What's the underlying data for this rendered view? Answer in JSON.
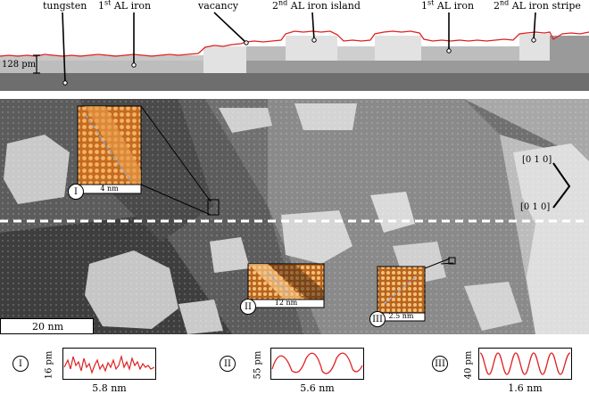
{
  "profile": {
    "labels": {
      "tungsten": "tungsten",
      "al1_left_prefix": "1",
      "al1_left_sup": "st",
      "al1_left_rest": " AL iron",
      "vacancy": "vacancy",
      "al2_island_prefix": "2",
      "al2_island_sup": "nd",
      "al2_island_rest": " AL iron island",
      "al1_right_prefix": "1",
      "al1_right_sup": "st",
      "al1_right_rest": " AL iron",
      "al2_stripe_prefix": "2",
      "al2_stripe_sup": "nd",
      "al2_stripe_rest": " AL iron stripe"
    },
    "height_marker": "128 pm"
  },
  "stm": {
    "scalebar": "20 nm",
    "directions": [
      "[0 1 0]",
      "[0 1 0]"
    ]
  },
  "insets": [
    {
      "id": "I",
      "scale": "4 nm"
    },
    {
      "id": "II",
      "scale": "12 nm"
    },
    {
      "id": "III",
      "scale": "2.5 nm"
    }
  ],
  "line_profiles": [
    {
      "id": "I",
      "ylabel": "16 pm",
      "xlabel": "5.8 nm"
    },
    {
      "id": "II",
      "ylabel": "55 pm",
      "xlabel": "5.6 nm"
    },
    {
      "id": "III",
      "ylabel": "40 pm",
      "xlabel": "1.6 nm"
    }
  ],
  "colors": {
    "profile_line": "#e02020",
    "tungsten_gray": "#6e6e6e",
    "al1_gray": "#bdbdbd",
    "al2_gray": "#e2e2e2",
    "dashed_line": "#ffffff",
    "inset_orange": "#d9822b"
  }
}
